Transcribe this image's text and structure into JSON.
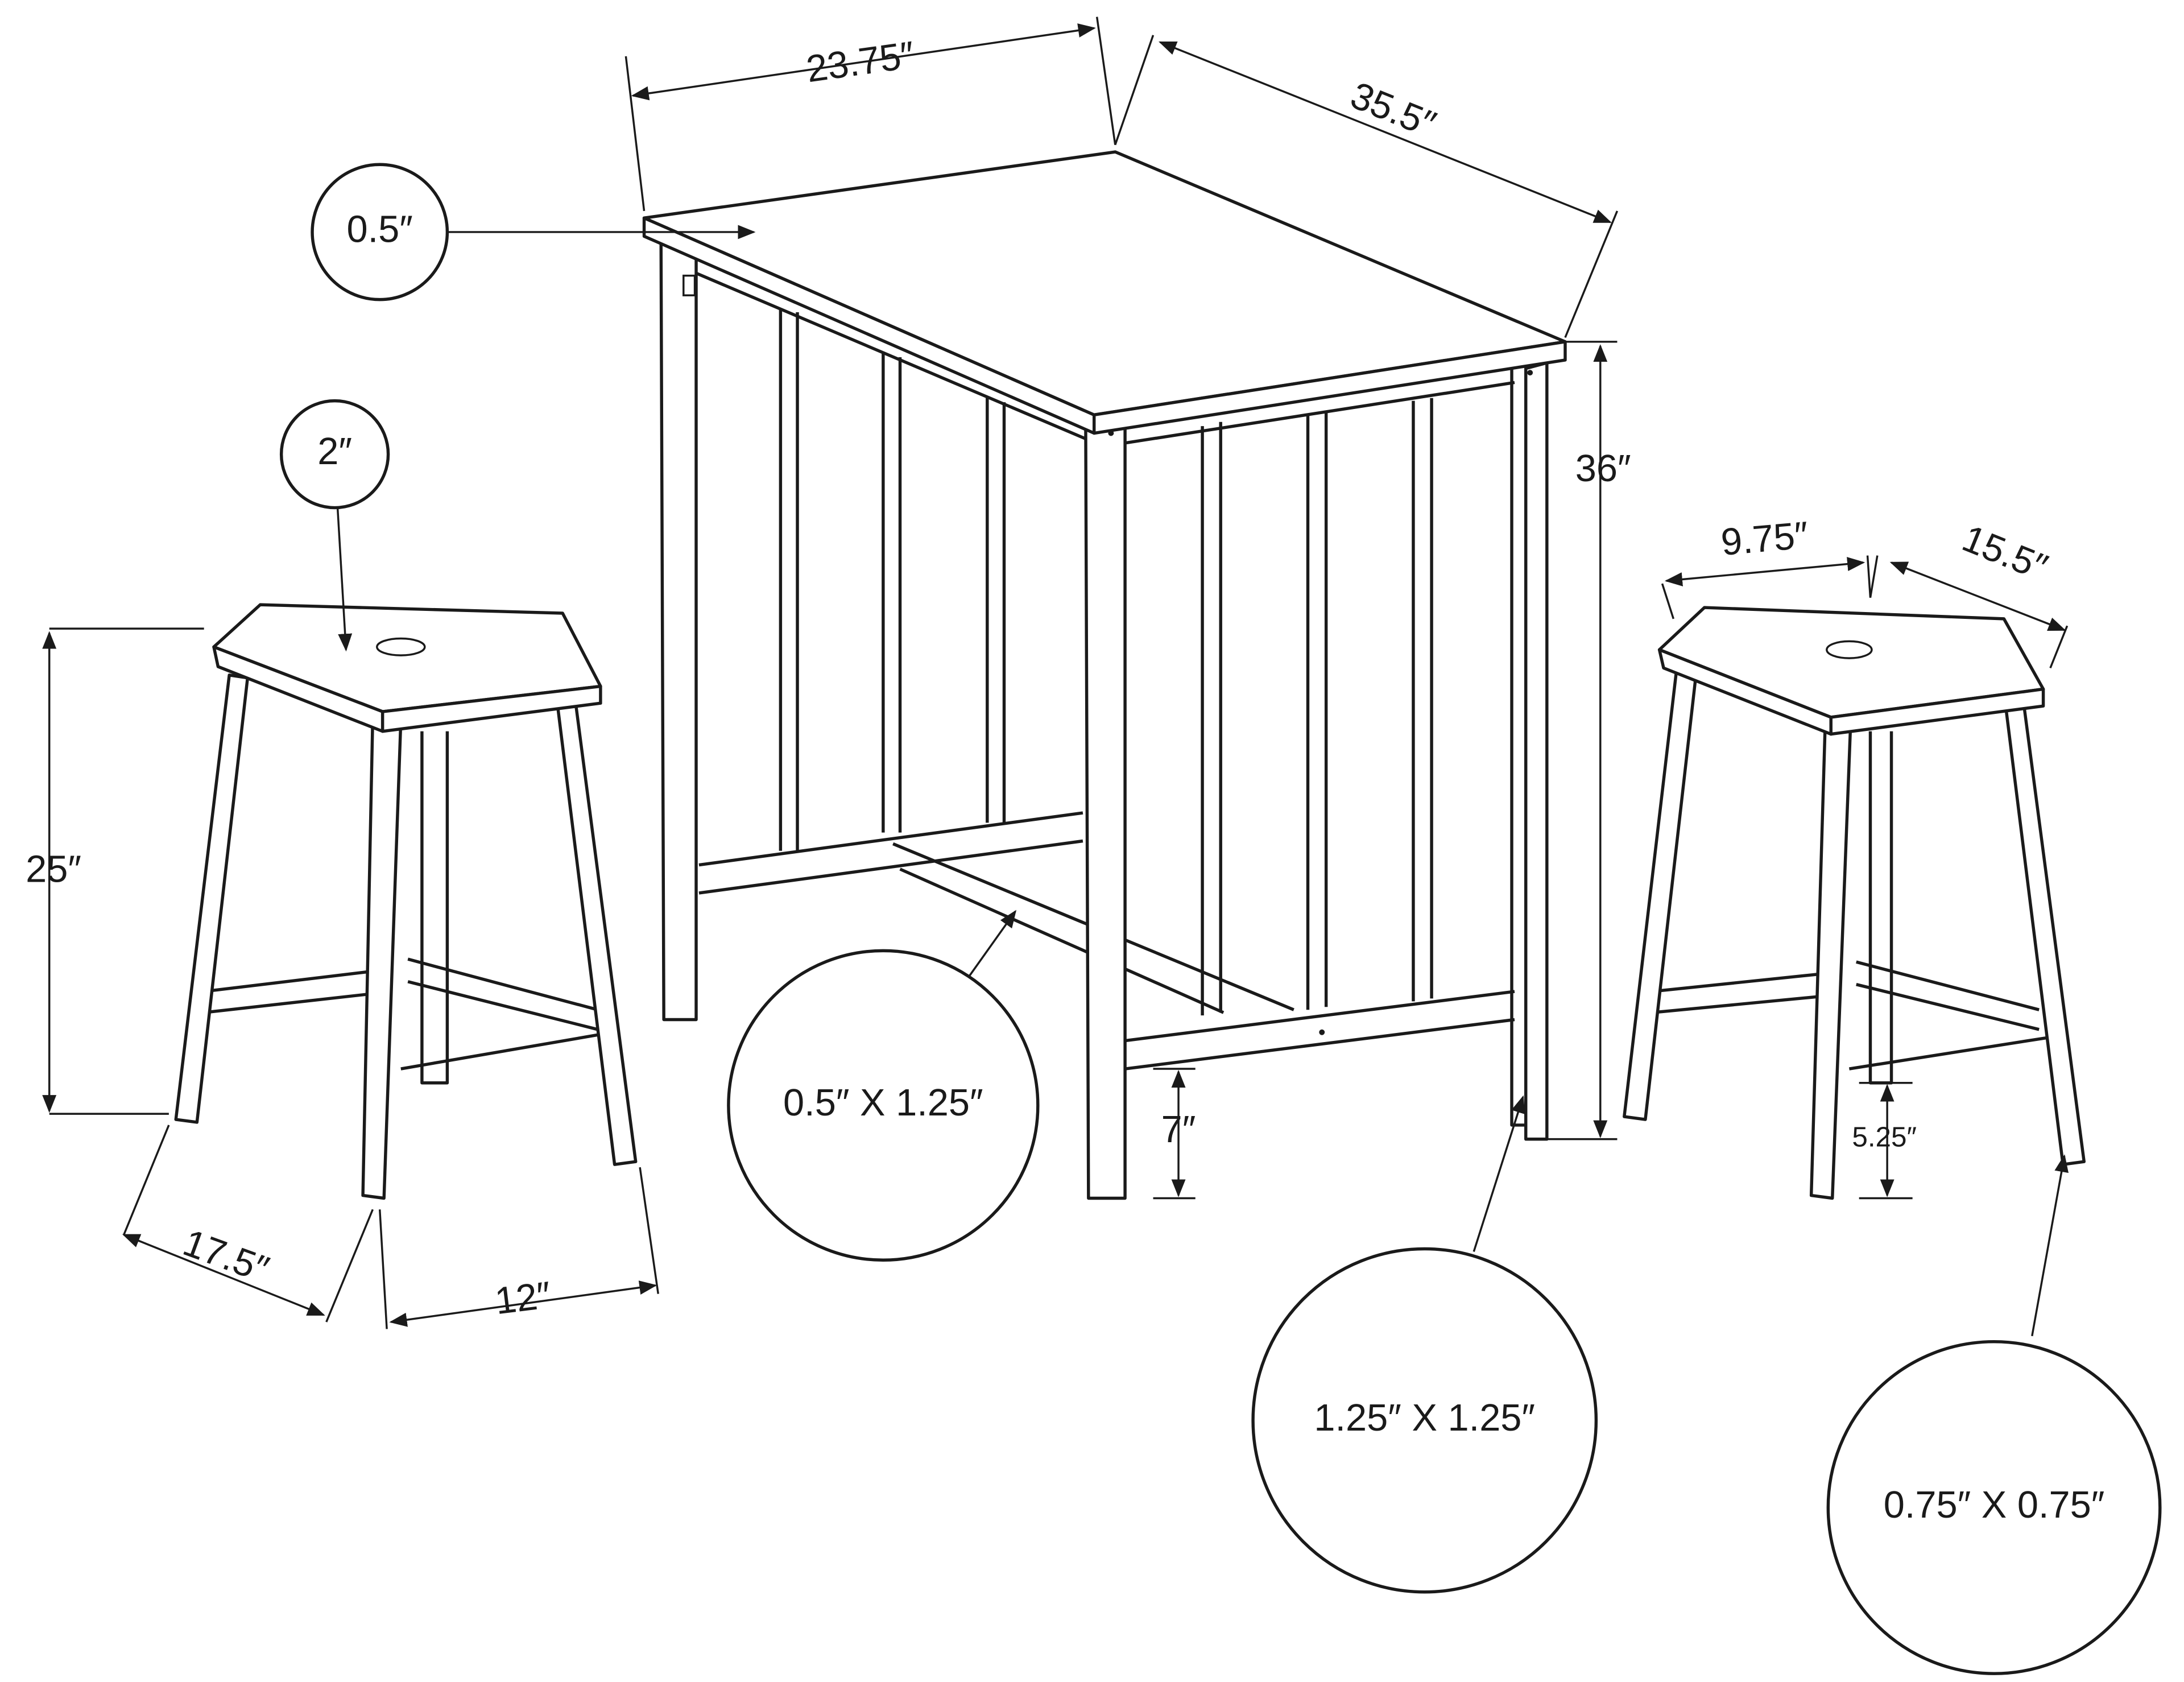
{
  "diagram": {
    "colors": {
      "line": "#1a1a1a",
      "background": "#ffffff"
    },
    "table": {
      "width": "23.75″",
      "depth": "35.5″",
      "height": "36″",
      "top_thickness": "0.5″",
      "stretcher_height": "7″",
      "stretcher_profile": "0.5″ X 1.25″",
      "leg_profile": "1.25″ X 1.25″"
    },
    "stool_left": {
      "seat_thickness": "2″",
      "height": "25″",
      "base_depth": "17.5″",
      "base_width": "12″"
    },
    "stool_right": {
      "seat_width": "9.75″",
      "seat_depth": "15.5″",
      "footrest_height": "5.25″",
      "leg_profile": "0.75″ X 0.75″"
    }
  }
}
